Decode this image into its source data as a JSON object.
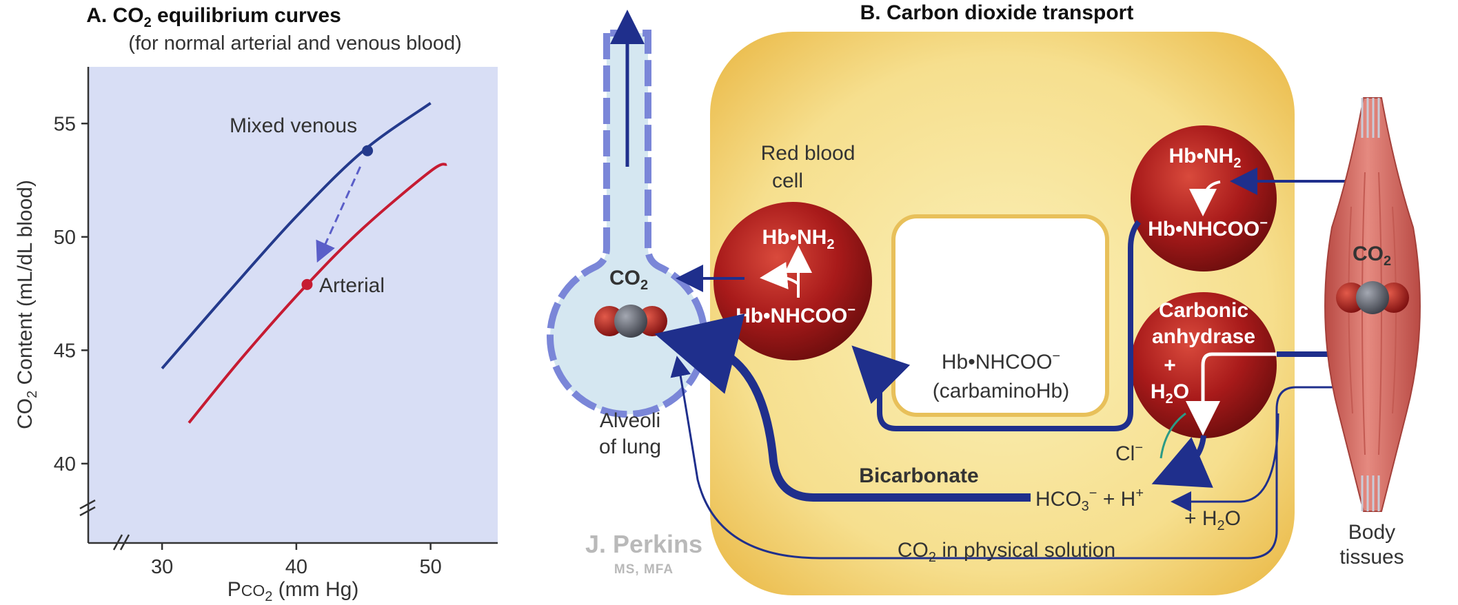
{
  "panel_a": {
    "title_main": "A. CO",
    "title_sub2": "2",
    "title_rest": " equilibrium curves",
    "subtitle": "(for normal arterial and venous blood)",
    "ylabel_main": "CO",
    "ylabel_sub": "2",
    "ylabel_rest": " Content (mL/dL blood)",
    "xlabel_main": "P",
    "xlabel_sc": "CO",
    "xlabel_sub": "2",
    "xlabel_rest": " (mm Hg)",
    "venous_label": "Mixed venous",
    "arterial_label": "Arterial"
  },
  "chart_data": {
    "type": "line",
    "title": "A. CO2 equilibrium curves",
    "subtitle": "(for normal arterial and venous blood)",
    "xlabel": "PCO2 (mm Hg)",
    "ylabel": "CO2 Content (mL/dL blood)",
    "xlim": [
      24.5,
      55
    ],
    "ylim": [
      36.5,
      57.5
    ],
    "x_ticks": [
      30,
      40,
      50
    ],
    "y_ticks": [
      40,
      45,
      50,
      55
    ],
    "axis_breaks": true,
    "grid": false,
    "background": "#d8def5",
    "series": [
      {
        "name": "Mixed venous",
        "color": "#243a8c",
        "points": [
          [
            30,
            44.2
          ],
          [
            35,
            47.6
          ],
          [
            40,
            50.9
          ],
          [
            45,
            53.8
          ],
          [
            50,
            55.9
          ]
        ],
        "marker": [
          45.3,
          53.8
        ]
      },
      {
        "name": "Arterial",
        "color": "#c61b32",
        "points": [
          [
            32,
            41.8
          ],
          [
            36,
            44.7
          ],
          [
            40.8,
            47.9
          ],
          [
            45,
            50.4
          ],
          [
            50,
            52.9
          ],
          [
            51.2,
            53.2
          ]
        ],
        "marker": [
          40.8,
          47.9
        ]
      }
    ],
    "arrow": {
      "from": [
        45.3,
        53.8
      ],
      "to": [
        40.8,
        47.9
      ],
      "style": "dashed"
    }
  },
  "panel_b": {
    "title": "B. Carbon dioxide transport",
    "rbc_label_line1": "Red blood",
    "rbc_label_line2": "cell",
    "left_cell": {
      "top": "Hb•NH",
      "top_sub": "2",
      "bottom": "Hb•NHCOO",
      "bottom_sup": "−"
    },
    "right_top_cell": {
      "top": "Hb•NH",
      "top_sub": "2",
      "bottom": "Hb•NHCOO",
      "bottom_sup": "−"
    },
    "right_bottom_cell": {
      "line1": "Carbonic",
      "line2": "anhydrase",
      "line3": "+",
      "line4": "H",
      "line4_sub": "2",
      "line4_rest": "O"
    },
    "carbamino_line1": "Hb•NHCOO",
    "carbamino_sup": "−",
    "carbamino_line2": "(carbaminoHb)",
    "alveoli_line1": "Alveoli",
    "alveoli_line2": "of lung",
    "alveoli_co2": "CO",
    "alveoli_co2_sub": "2",
    "bicarbonate": "Bicarbonate",
    "hco3": "HCO",
    "hco3_sub": "3",
    "hco3_rest": " + H",
    "hco3_sup1": "−",
    "hco3_sup2": "+",
    "h2o": "+ H",
    "h2o_sub": "2",
    "h2o_rest": "O",
    "chloride": "Cl",
    "chloride_sup": "−",
    "physical": "CO",
    "physical_sub": "2",
    "physical_rest": " in physical solution",
    "tissue_co2": "CO",
    "tissue_co2_sub": "2",
    "tissue_line1": "Body",
    "tissue_line2": "tissues",
    "signature_name": "J. Perkins",
    "signature_degree": "MS, MFA"
  },
  "colors": {
    "navy": "#1f2f8c",
    "red": "#c61b32",
    "plot_bg": "#d8def5",
    "yellow_box": "#f7e6a0",
    "cell_red": "#a81a1a",
    "alveolus": "#cfe4f0",
    "alveolus_edge": "#6d7dd6",
    "muscle": "#d9726a"
  }
}
